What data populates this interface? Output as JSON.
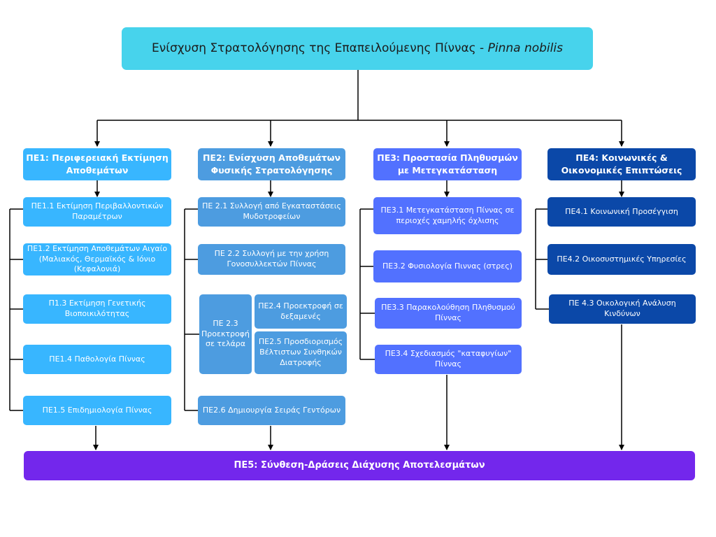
{
  "title": {
    "main": "Ενίσχυση Στρατολόγησης της Επαπειλούμενης Πίννας - ",
    "species": "Pinna nobilis"
  },
  "columns": [
    {
      "header": "ΠΕ1: Περιφερειακή Εκτίμηση Αποθεμάτων",
      "items": [
        "ΠΕ1.1 Εκτίμηση Περιβαλλοντικών Παραμέτρων",
        "ΠΕ1.2 Εκτίμηση Αποθεμάτων Αιγαίο (Μαλιακός, Θερμαϊκός & Ιόνιο (Κεφαλονιά)",
        "Π1.3 Εκτίμηση Γενετικής Βιοποικιλότητας",
        "ΠΕ1.4 Παθολογία Πίννας",
        "ΠΕ1.5 Επιδημιολογία Πίννας"
      ]
    },
    {
      "header": "ΠΕ2: Ενίσχυση Αποθεμάτων Φυσικής Στρατολόγησης",
      "items": [
        "ΠΕ 2.1 Συλλογή από Εγκαταστάσεις Μυδοτροφείων",
        "ΠΕ 2.2 Συλλογή με την χρήση Γονοσυλλεκτών Πίννας",
        "ΠΕ 2.3 Προεκτροφή σε τελάρα",
        "ΠΕ2.4 Προεκτροφή σε δεξαμενές",
        "ΠΕ2.5 Προσδιορισμός Βέλτιστων Συνθηκών Διατροφής",
        "ΠΕ2.6 Δημιουργία Σειράς Γεντόρων"
      ]
    },
    {
      "header": "ΠΕ3: Προστασία Πληθυσμών με Μετεγκατάσταση",
      "items": [
        "ΠΕ3.1 Μετεγκατάσταση Πίννας σε περιοχές χαμηλής όχλισης",
        "ΠΕ3.2 Φυσιολογία Πιννας (στρες)",
        "ΠΕ3.3 Παρακολούθηση Πληθυσμού Πίννας",
        "ΠΕ3.4 Σχεδιασμός \"καταφυγίων\" Πίννας"
      ]
    },
    {
      "header": "ΠΕ4: Κοινωνικές & Οικονομικές Επιπτώσεις",
      "items": [
        "ΠΕ4.1 Κοινωνική Προσέγγιση",
        "ΠΕ4.2 Οικοσυστημικές Υπηρεσίες",
        "ΠΕ 4.3 Οικολογική Ανάλυση Κινδύνων"
      ]
    }
  ],
  "bottom": "ΠΕ5: Σύνθεση-Δράσεις Διάχυσης Αποτελεσμάτων",
  "colors": {
    "top": "#47d3ec",
    "pe1": "#38b6ff",
    "pe2": "#4d9ce0",
    "pe3": "#5271ff",
    "pe4": "#0b48a8",
    "pe5": "#7327ec"
  }
}
